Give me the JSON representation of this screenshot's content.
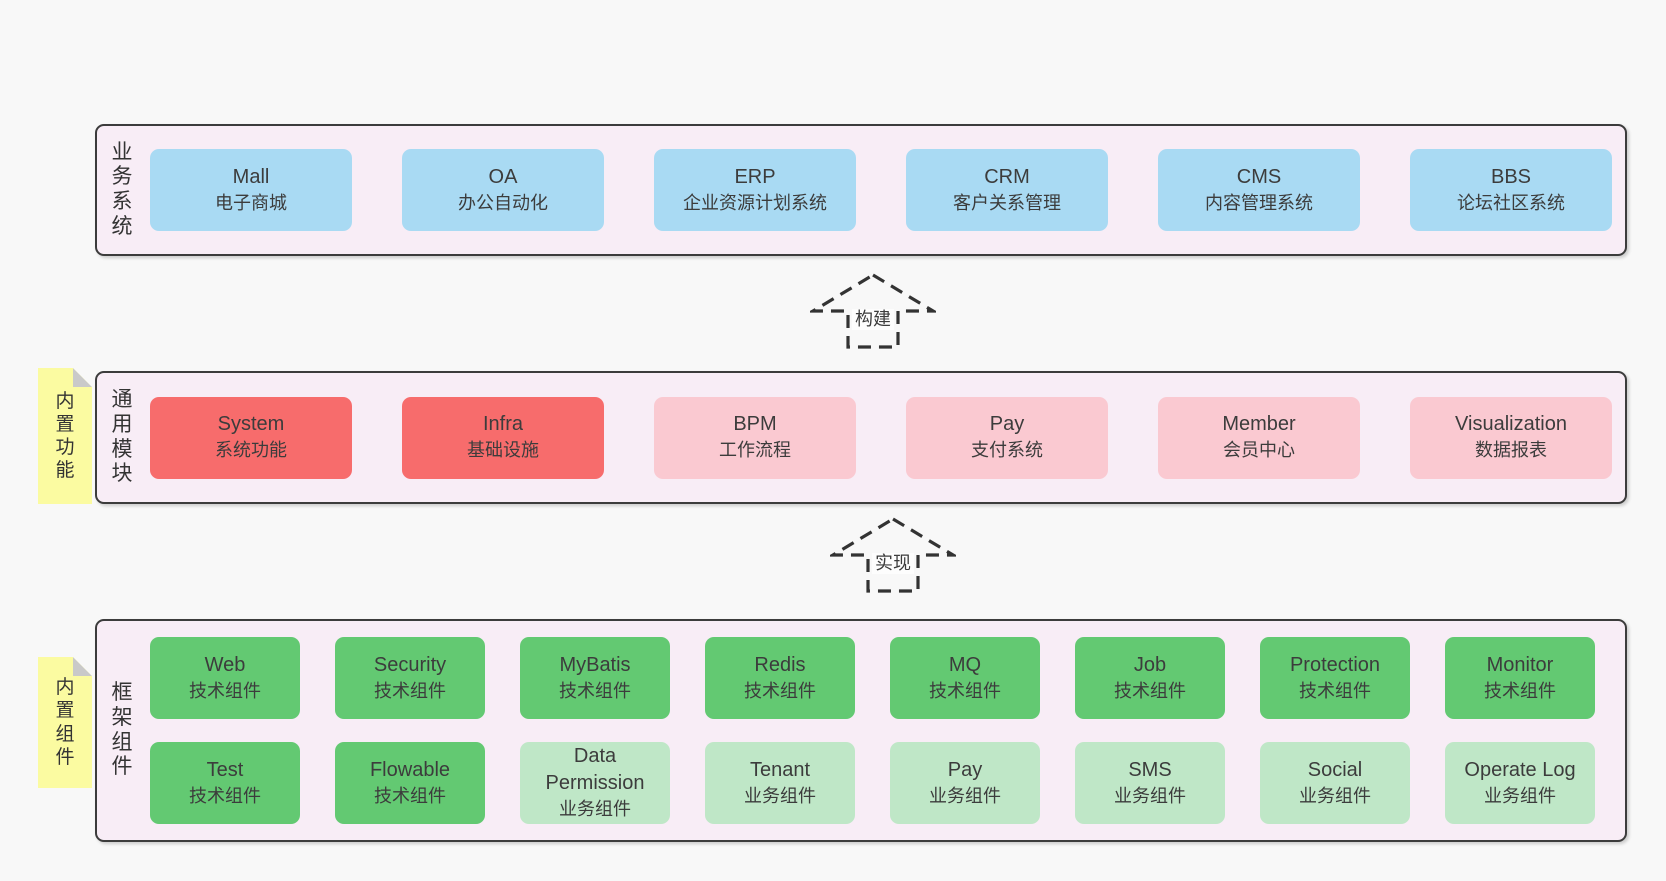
{
  "colors": {
    "page-bg": "#f8f8f8",
    "band-bg": "#f8edf6",
    "band-border": "#3c3c3c",
    "box-blue": "#a9daf3",
    "box-red": "#f76c6c",
    "box-pink": "#fac9d1",
    "box-green": "#63c972",
    "box-green-light": "#bfe7c7",
    "sticky-yellow": "#fbfba1",
    "sticky-fold": "#c9c9c9",
    "arrow-stroke": "#333333",
    "arrow-label-bg": "#fdfdfd",
    "text": "#3c3c3c"
  },
  "arrows": [
    {
      "label": "构建"
    },
    {
      "label": "实现"
    }
  ],
  "bands": [
    {
      "title": "业务系统",
      "boxes": [
        {
          "name": "Mall",
          "desc": "电子商城",
          "variant": "blue"
        },
        {
          "name": "OA",
          "desc": "办公自动化",
          "variant": "blue"
        },
        {
          "name": "ERP",
          "desc": "企业资源计划系统",
          "variant": "blue"
        },
        {
          "name": "CRM",
          "desc": "客户关系管理",
          "variant": "blue"
        },
        {
          "name": "CMS",
          "desc": "内容管理系统",
          "variant": "blue"
        },
        {
          "name": "BBS",
          "desc": "论坛社区系统",
          "variant": "blue"
        }
      ]
    },
    {
      "title": "通用模块",
      "sticky": "内置功能",
      "boxes": [
        {
          "name": "System",
          "desc": "系统功能",
          "variant": "red"
        },
        {
          "name": "Infra",
          "desc": "基础设施",
          "variant": "red"
        },
        {
          "name": "BPM",
          "desc": "工作流程",
          "variant": "pink"
        },
        {
          "name": "Pay",
          "desc": "支付系统",
          "variant": "pink"
        },
        {
          "name": "Member",
          "desc": "会员中心",
          "variant": "pink"
        },
        {
          "name": "Visualization",
          "desc": "数据报表",
          "variant": "pink"
        }
      ]
    },
    {
      "title": "框架组件",
      "sticky": "内置组件",
      "rows": [
        [
          {
            "name": "Web",
            "desc": "技术组件",
            "variant": "green"
          },
          {
            "name": "Security",
            "desc": "技术组件",
            "variant": "green"
          },
          {
            "name": "MyBatis",
            "desc": "技术组件",
            "variant": "green"
          },
          {
            "name": "Redis",
            "desc": "技术组件",
            "variant": "green"
          },
          {
            "name": "MQ",
            "desc": "技术组件",
            "variant": "green"
          },
          {
            "name": "Job",
            "desc": "技术组件",
            "variant": "green"
          },
          {
            "name": "Protection",
            "desc": "技术组件",
            "variant": "green"
          },
          {
            "name": "Monitor",
            "desc": "技术组件",
            "variant": "green"
          }
        ],
        [
          {
            "name": "Test",
            "desc": "技术组件",
            "variant": "green"
          },
          {
            "name": "Flowable",
            "desc": "技术组件",
            "variant": "green"
          },
          {
            "name": "Data Permission",
            "desc": "业务组件",
            "variant": "green-light"
          },
          {
            "name": "Tenant",
            "desc": "业务组件",
            "variant": "green-light"
          },
          {
            "name": "Pay",
            "desc": "业务组件",
            "variant": "green-light"
          },
          {
            "name": "SMS",
            "desc": "业务组件",
            "variant": "green-light"
          },
          {
            "name": "Social",
            "desc": "业务组件",
            "variant": "green-light"
          },
          {
            "name": "Operate Log",
            "desc": "业务组件",
            "variant": "green-light"
          }
        ]
      ]
    }
  ]
}
